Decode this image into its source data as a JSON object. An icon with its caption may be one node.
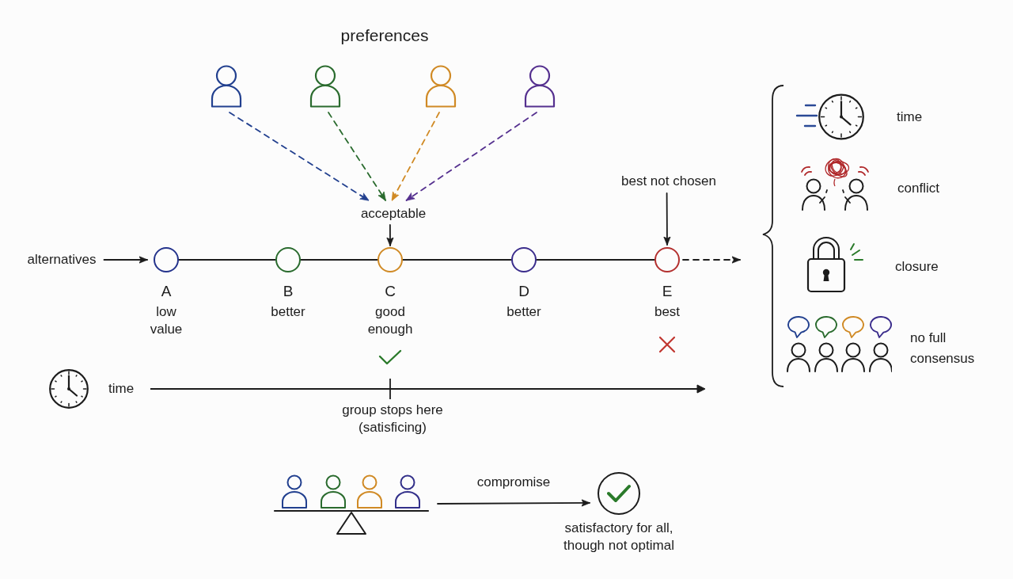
{
  "diagram": {
    "nodes": [
      {
        "text": [],
        "shape": "person"
      },
      {
        "text": [],
        "shape": "person"
      },
      {
        "text": [],
        "shape": "person"
      },
      {
        "text": [],
        "shape": "person"
      },
      {
        "text": [
          "acceptable"
        ]
      },
      {
        "text": [
          "alternatives"
        ]
      },
      {
        "text": [],
        "shape": "circle",
        "beside": [
          "A",
          "low value"
        ]
      },
      {
        "text": [],
        "shape": "circle",
        "beside": [
          "B",
          "better"
        ]
      },
      {
        "text": [],
        "shape": "circle",
        "beside": [
          "C",
          "good enough"
        ]
      },
      {
        "text": [],
        "shape": "circle",
        "beside": [
          "D",
          "better"
        ]
      },
      {
        "text": [],
        "shape": "circle",
        "beside": [
          "E",
          "best"
        ]
      },
      {
        "text": [
          "best not chosen"
        ]
      },
      {
        "text": [],
        "shape": "picture"
      },
      {
        "text": [],
        "shape": "circle",
        "beside": [
          "satisfactory for all, though not optimal"
        ]
      }
    ],
    "edges": [
      {
        "from": 0,
        "to": 4,
        "arrow": "to",
        "style": "dashed",
        "color": "#22408f"
      },
      {
        "from": 1,
        "to": 4,
        "arrow": "to",
        "style": "dashed",
        "color": "#2a6b2e"
      },
      {
        "from": 2,
        "to": 4,
        "arrow": "to",
        "style": "dashed",
        "color": "#d08a25"
      },
      {
        "from": 3,
        "to": 4,
        "arrow": "to",
        "style": "dashed",
        "color": "#55308f"
      },
      {
        "from": 4,
        "to": 8,
        "arrow": "to"
      },
      {
        "from": 5,
        "to": 6,
        "arrow": "to"
      },
      {
        "from": 6,
        "to": 7,
        "arrow": "none"
      },
      {
        "from": 7,
        "to": 8,
        "arrow": "none"
      },
      {
        "from": 8,
        "to": 9,
        "arrow": "none"
      },
      {
        "from": 9,
        "to": 10,
        "arrow": "none"
      },
      {
        "from": 11,
        "to": 10,
        "arrow": "to"
      },
      {
        "from": 10,
        "to": null,
        "arrow": "to",
        "style": "dashed"
      },
      {
        "from": 12,
        "to": 13,
        "arrow": "to",
        "label": "compromise"
      }
    ],
    "labels": [
      "preferences",
      "time",
      "conflict",
      "closure",
      "no full consensus",
      "time",
      "group stops here (satisficing)"
    ]
  }
}
